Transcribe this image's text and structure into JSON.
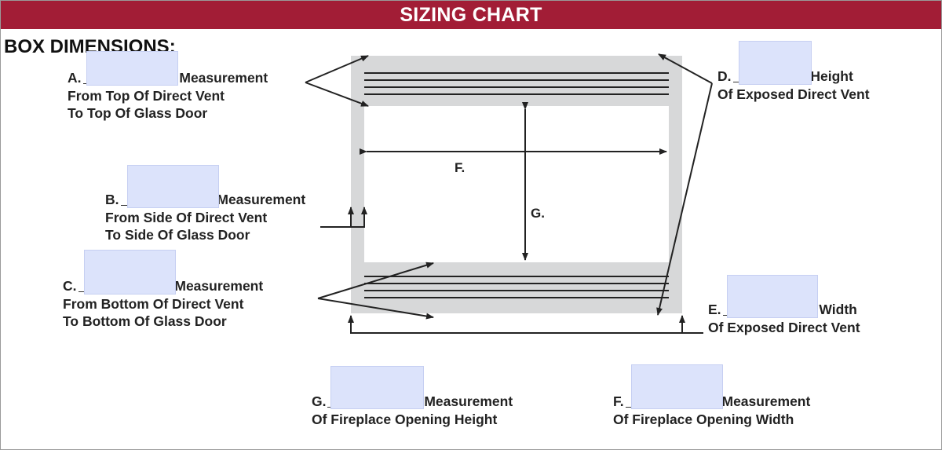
{
  "header": {
    "title": "SIZING CHART"
  },
  "section": {
    "title": "BOX DIMENSIONS:"
  },
  "labels": {
    "a": {
      "letter": "A.",
      "after": "Measurement",
      "line2": "From Top Of Direct Vent",
      "line3": "To Top Of Glass Door"
    },
    "b": {
      "letter": "B.",
      "after": "Measurement",
      "line2": "From Side Of Direct Vent",
      "line3": "To Side Of Glass Door"
    },
    "c": {
      "letter": "C.",
      "after": "Measurement",
      "line2": "From Bottom Of Direct Vent",
      "line3": "To Bottom Of Glass Door"
    },
    "d": {
      "letter": "D.",
      "after": "Height",
      "line2": "Of Exposed Direct Vent"
    },
    "e": {
      "letter": "E.",
      "after": "Width",
      "line2": "Of Exposed Direct Vent"
    },
    "g": {
      "letter": "G.",
      "after": "Measurement",
      "line2": "Of Fireplace Opening Height"
    },
    "f": {
      "letter": "F.",
      "after": "Measurement",
      "line2": "Of Fireplace Opening Width"
    }
  },
  "diagram": {
    "width_label": "F.",
    "height_label": "G."
  },
  "fields": {
    "a": {
      "value": ""
    },
    "b": {
      "value": ""
    },
    "c": {
      "value": ""
    },
    "d": {
      "value": ""
    },
    "e": {
      "value": ""
    },
    "f": {
      "value": ""
    },
    "g": {
      "value": ""
    }
  },
  "colors": {
    "header": "#a21d36",
    "field": "#dce3fb",
    "frame": "#d7d8d9"
  }
}
